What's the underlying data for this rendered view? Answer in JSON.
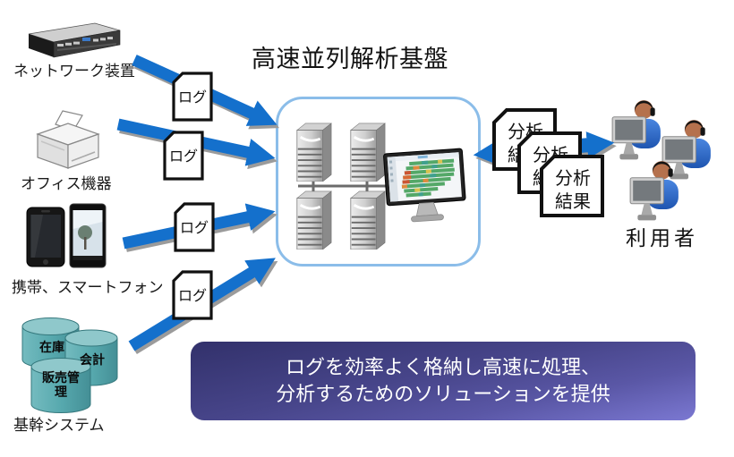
{
  "diagram": {
    "title": "高速並列解析基盤",
    "sources": [
      {
        "id": "network",
        "label": "ネットワーク装置"
      },
      {
        "id": "office",
        "label": "オフィス機器"
      },
      {
        "id": "mobile",
        "label": "携帯、スマートフォン"
      },
      {
        "id": "core",
        "label": "基幹システム",
        "databases": [
          "在庫",
          "会計",
          "販売管理"
        ]
      }
    ],
    "log_doc_label": "ログ",
    "result_doc": {
      "line1": "分析",
      "line2": "結果"
    },
    "users_label": "利用者",
    "banner": {
      "line1": "ログを効率よく格納し高速に処理、",
      "line2": "分析するためのソリューションを提供"
    },
    "colors": {
      "arrow_blue": "#1470CC",
      "arrow_shadow": "#9B9B9B",
      "platform_border": "#8BBDE9",
      "banner_top": "#32316B",
      "banner_bottom": "#7B78D2",
      "database_teal": "#57A9AE"
    }
  }
}
